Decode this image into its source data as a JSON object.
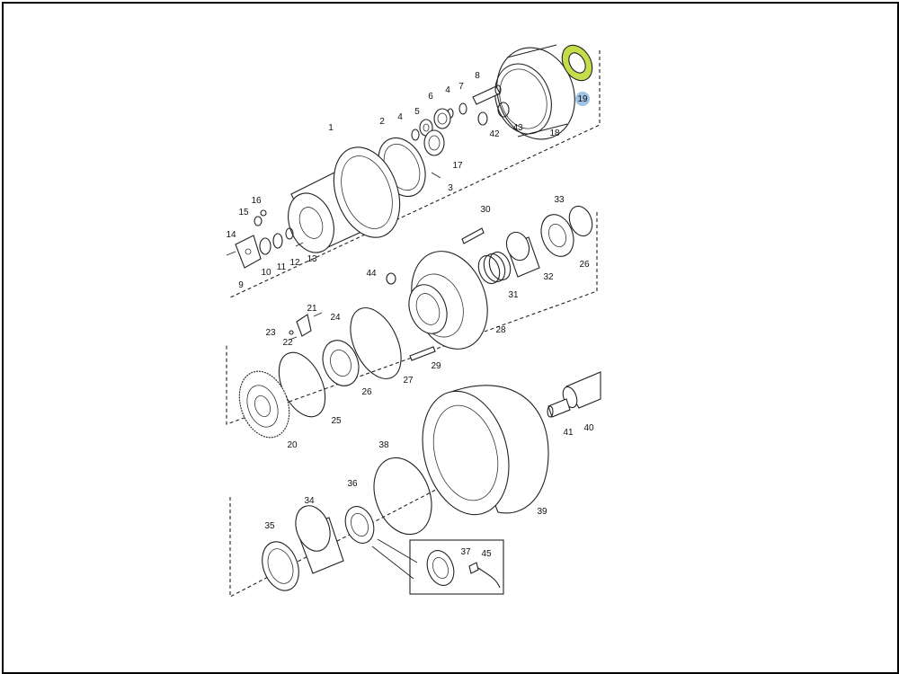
{
  "diagram": {
    "highlight_color": "#c4dd4a",
    "selected_color": "#9ec3e4",
    "selected_part": "19",
    "callouts": [
      "1",
      "2",
      "3",
      "4",
      "4",
      "5",
      "6",
      "7",
      "8",
      "9",
      "10",
      "11",
      "12",
      "13",
      "14",
      "15",
      "16",
      "17",
      "18",
      "19",
      "20",
      "21",
      "22",
      "23",
      "24",
      "25",
      "26",
      "26",
      "27",
      "28",
      "29",
      "30",
      "31",
      "32",
      "33",
      "34",
      "35",
      "36",
      "37",
      "38",
      "39",
      "40",
      "41",
      "42",
      "43",
      "44",
      "45"
    ]
  }
}
